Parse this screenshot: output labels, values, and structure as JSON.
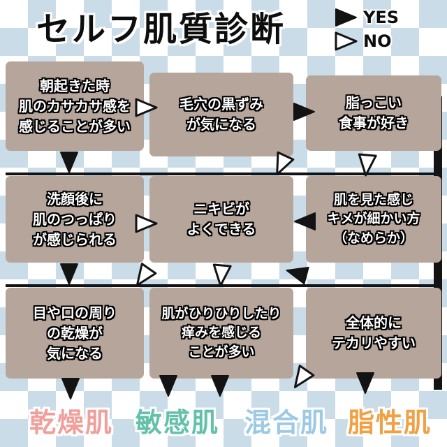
{
  "title": "セルフ肌質診断",
  "legend": {
    "yes_label": "YES",
    "no_label": "NO",
    "yes_icon": "filled-right-triangle",
    "no_icon": "outline-right-triangle"
  },
  "colors": {
    "box_bg": "#b6a59a",
    "check_blue": "#cadce8",
    "line_black": "#131313"
  },
  "boxes": [
    {
      "text": "朝起きた時\n肌のカサカサ感を\n感じることが多い"
    },
    {
      "text": "毛穴の黒ずみ\nが気になる"
    },
    {
      "text": "脂っこい\n食事が好き"
    },
    {
      "text": "洗顔後に\n肌のつっぱり\nが感じられる"
    },
    {
      "text": "ニキビが\nよくできる"
    },
    {
      "text": "肌を見た感じ\nキメが細かい方\n（なめらか）"
    },
    {
      "text": "目や口の周り\nの乾燥が\n気になる"
    },
    {
      "text": "肌がひりひりしたり\n痒みを感じる\nことが多い"
    },
    {
      "text": "全体的に\nテカリやすい"
    }
  ],
  "results": [
    {
      "label": "乾燥肌",
      "color": "#ef9f9c"
    },
    {
      "label": "敏感肌",
      "color": "#63c1ab"
    },
    {
      "label": "混合肌",
      "color": "#9ccae4"
    },
    {
      "label": "脂性肌",
      "color": "#f0a143"
    }
  ]
}
